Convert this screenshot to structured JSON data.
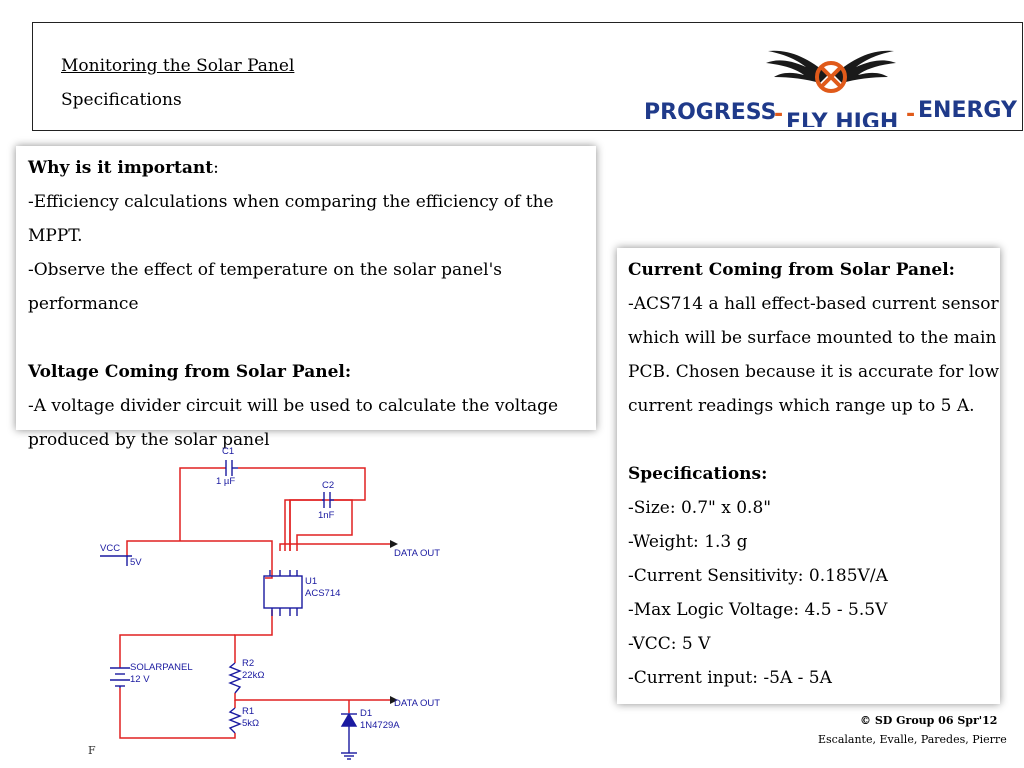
{
  "header": {
    "title": "Monitoring the Solar Panel",
    "subtitle": "Specifications",
    "logo_left": "PROGRESS",
    "logo_dash1": "-",
    "logo_middle": "FLY HIGH",
    "logo_dash2": "-",
    "logo_right": "ENERGY"
  },
  "left_box": {
    "heading1": "Why is it important",
    "heading1_suffix": ":",
    "line1": "-Efficiency calculations when comparing the efficiency of the",
    "line2": "MPPT.",
    "line3": "-Observe the effect of temperature on the solar panel's",
    "line4": "performance",
    "heading2": "Voltage Coming from Solar Panel:",
    "line5": "-A voltage divider circuit will be used to calculate the voltage",
    "line6": "produced by the solar panel"
  },
  "right_box": {
    "heading1": "Current Coming from Solar Panel:",
    "para": "-ACS714 a hall effect-based current sensor which will be surface mounted to the main PCB. Chosen because it is accurate for low current readings which range up to 5 A.",
    "heading2": "Specifications:",
    "specs": [
      "-Size: 0.7\" x 0.8\"",
      "-Weight: 1.3 g",
      "-Current Sensitivity: 0.185V/A",
      "-Max Logic Voltage: 4.5 - 5.5V",
      "-VCC: 5 V",
      "-Current input: -5A - 5A"
    ]
  },
  "schematic": {
    "c1_name": "C1",
    "c1_value": "1 µF",
    "c2_name": "C2",
    "c2_value": "1nF",
    "vcc_name": "VCC",
    "vcc_value": "5V",
    "u1_name": "U1",
    "u1_part": "ACS714",
    "data_out_1": "DATA OUT",
    "data_out_2": "DATA OUT",
    "panel_name": "SOLARPANEL",
    "panel_value": "12 V",
    "r2_name": "R2",
    "r2_value": "22kΩ",
    "r1_name": "R1",
    "r1_value": "5kΩ",
    "d1_name": "D1",
    "d1_part": "1N4729A"
  },
  "footer": {
    "copyright": "© SD Group 06 Spr'12",
    "names": "Escalante, Evalle, Paredes, Pierre",
    "fragment": "F"
  },
  "colors": {
    "wire": "#e02020",
    "component": "#1a1aa0",
    "logo_text": "#1f3a8a",
    "logo_accent": "#e05a1a"
  }
}
